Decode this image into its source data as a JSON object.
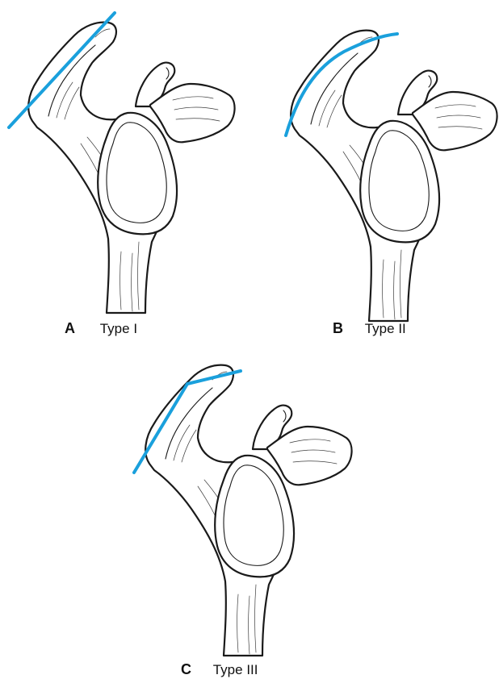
{
  "accent_color": "#1aa0dc",
  "panels": [
    {
      "letter": "A",
      "caption": "Type I"
    },
    {
      "letter": "B",
      "caption": "Type II"
    },
    {
      "letter": "C",
      "caption": "Type III"
    }
  ]
}
